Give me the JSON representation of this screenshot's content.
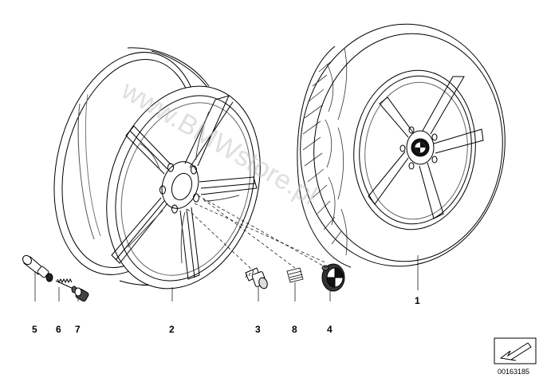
{
  "watermark": "www.BMWstore.pl",
  "callouts": {
    "part_1": "1",
    "part_2": "2",
    "part_3": "3",
    "part_4": "4",
    "part_5": "5",
    "part_6": "6",
    "part_7": "7",
    "part_8": "8"
  },
  "diagram_ref": "00163185",
  "icons": {
    "view_arrow": "arrow-icon",
    "hub_logo": "bmw-roundel-icon"
  },
  "colors": {
    "line": "#000000",
    "watermark": "#c4c4c4",
    "background": "#ffffff"
  }
}
